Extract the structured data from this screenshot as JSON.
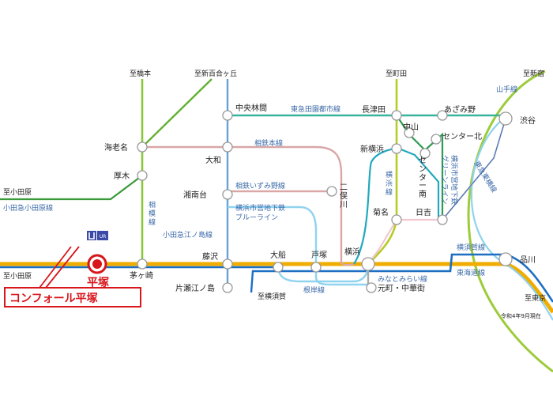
{
  "colors": {
    "tokaido": "#f0ad00",
    "yokosuka": "#1d6fc4",
    "sagami": "#8cc63f",
    "odakyu_enoshima": "#6aa1d8",
    "sotetsu": "#d9a7a7",
    "seaside_blue": "#8fd3ef",
    "green_line": "#2e9b52",
    "yokohama_line": "#b6cc27",
    "keihin": "#22a8bd",
    "toyoko": "#f2c7d1",
    "denentoshi": "#39b39b",
    "yamanote": "#9ccb3b",
    "accent_red": "#d8161b"
  },
  "destinations": {
    "hashimoto": "至橋本",
    "shinyurigaoka": "至新百合ヶ丘",
    "machida": "至町田",
    "shinjuku": "至新宿",
    "odawara_top": "至小田原",
    "odawara_mid": "至小田原",
    "yokosuka": "至横須賀",
    "tokyo": "至東京"
  },
  "stations": {
    "ebina": "海老名",
    "atsugi": "厚木",
    "chigasaki": "茅ヶ崎",
    "chuorinkan": "中央林間",
    "yamato": "大和",
    "shonandai": "湘南台",
    "fujisawa": "藤沢",
    "katase": "片瀬江ノ島",
    "ofuna": "大船",
    "totsuka": "戸塚",
    "yokohama": "横浜",
    "futamatagawa": "二俣川",
    "nagatsuta": "長津田",
    "azamino": "あざみ野",
    "nakayama": "中山",
    "center_kita": "センター北",
    "center_minami": "センター南",
    "shin_yokohama": "新横浜",
    "kikuna": "菊名",
    "hiyoshi": "日吉",
    "shibuya": "渋谷",
    "shinagawa": "品川",
    "motomachi": "元町・中華街"
  },
  "lines": {
    "den_en_toshi": "東急田園都市線",
    "sotetsu_main": "相鉄本線",
    "sotetsu_izumino": "相鉄いずみ野線",
    "blue_line": "横浜市営地下鉄\nブルーライン",
    "odakyu_enoshima": "小田急江ノ島線",
    "sagami": "相模線",
    "odakyu_odawara": "小田急小田原線",
    "yokohama": "横浜線",
    "green_line": "横浜市営地下鉄\nグリーンライン",
    "toyoko": "東急東横線",
    "yamanote": "山手線",
    "yokosuka": "横須賀線",
    "tokaido": "東海道線",
    "minatomirai": "みなとみらい線",
    "negishi": "根岸線"
  },
  "callout": {
    "station": "平塚",
    "property": "コンフォール平塚",
    "logo_text": "UR"
  },
  "footnote": "令和4年9月現在"
}
